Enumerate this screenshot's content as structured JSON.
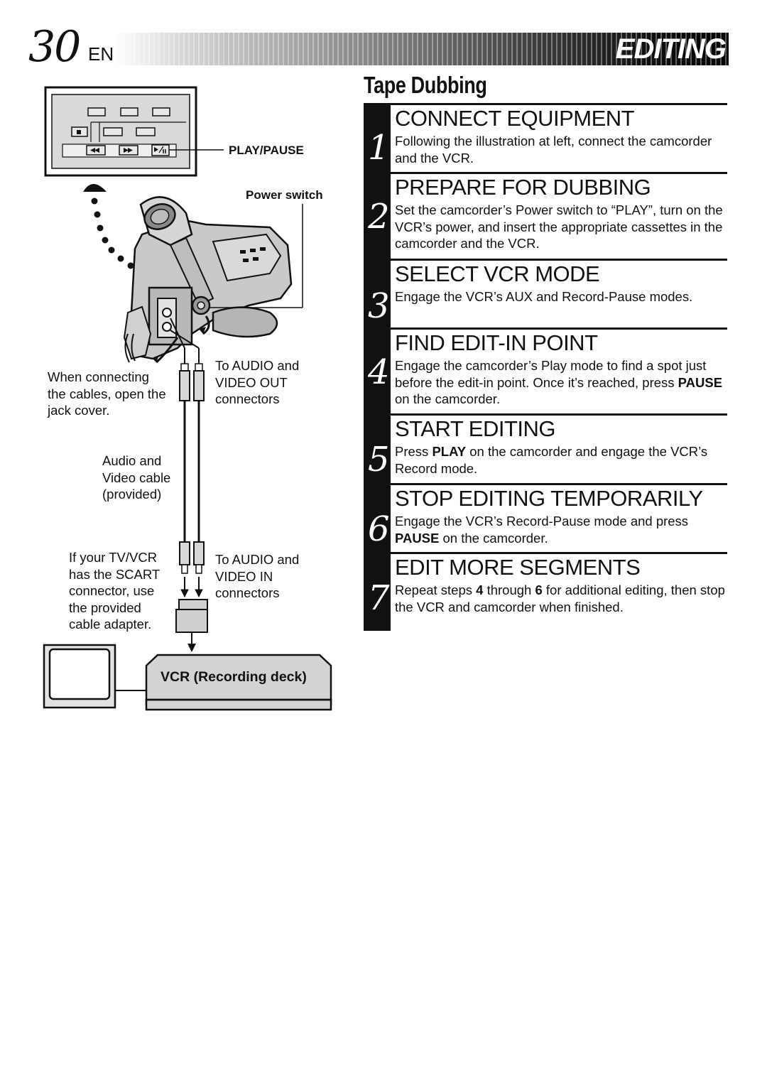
{
  "header": {
    "page_number": "30",
    "language": "EN",
    "section": "EDITING"
  },
  "title": "Tape Dubbing",
  "steps": [
    {
      "number": "1",
      "heading": "CONNECT EQUIPMENT",
      "text_parts": [
        "Following the illustration at left, connect the camcorder and the VCR."
      ]
    },
    {
      "number": "2",
      "heading": "PREPARE FOR DUBBING",
      "text_parts": [
        "Set the camcorder’s Power switch to “PLAY”, turn on the VCR’s power, and insert the appropriate cassettes in the camcorder and the VCR."
      ]
    },
    {
      "number": "3",
      "heading": "SELECT VCR MODE",
      "text_parts": [
        "Engage the VCR’s AUX and Record-Pause modes."
      ]
    },
    {
      "number": "4",
      "heading": "FIND EDIT-IN POINT",
      "text_parts": [
        "Engage the camcorder’s Play mode to find a spot just before the edit-in point. Once it’s reached, press ",
        "PAUSE",
        " on the camcorder."
      ]
    },
    {
      "number": "5",
      "heading": "START EDITING",
      "text_parts": [
        "Press ",
        "PLAY",
        " on the camcorder and engage the VCR’s Record mode."
      ]
    },
    {
      "number": "6",
      "heading": "STOP EDITING TEMPORARILY",
      "text_parts": [
        "Engage the VCR’s Record-Pause mode and press ",
        "PAUSE",
        " on the camcorder."
      ]
    },
    {
      "number": "7",
      "heading": "EDIT MORE SEGMENTS",
      "text_parts": [
        "Repeat steps ",
        "4",
        " through ",
        "6",
        " for additional editing, then stop the VCR and camcorder when finished."
      ]
    }
  ],
  "illustration": {
    "play_pause_label": "PLAY/PAUSE",
    "power_switch_label": "Power switch",
    "jack_cover_note": [
      "When connecting",
      "the cables, open the",
      "jack cover."
    ],
    "audio_video_out": [
      "To AUDIO and",
      "VIDEO OUT",
      "connectors"
    ],
    "cable_label": [
      "Audio and",
      "Video cable",
      "(provided)"
    ],
    "scart_note": [
      "If your TV/VCR",
      "has the SCART",
      "connector, use",
      "the provided",
      "cable adapter."
    ],
    "audio_video_in": [
      "To AUDIO and",
      "VIDEO IN",
      "connectors"
    ],
    "vcr_label": "VCR (Recording deck)"
  }
}
